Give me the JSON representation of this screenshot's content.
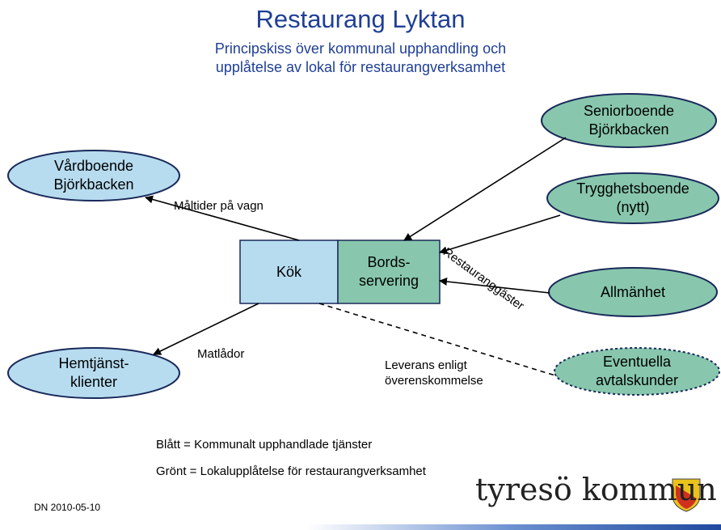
{
  "title": "Restaurang Lyktan",
  "subtitle": {
    "line1": "Principskiss över kommunal upphandling och",
    "line2": "upplåtelse av lokal för restaurangverksamhet"
  },
  "center": {
    "kok": "Kök",
    "bords_line1": "Bords-",
    "bords_line2": "servering"
  },
  "nodes": {
    "vardboende": {
      "line1": "Vårdboende",
      "line2": "Björkbacken"
    },
    "hemtjanst": {
      "line1": "Hemtjänst-",
      "line2": "klienter"
    },
    "seniorboende": {
      "line1": "Seniorboende",
      "line2": "Björkbacken"
    },
    "trygghetsboende": {
      "line1": "Trygghetsboende",
      "line2": "(nytt)"
    },
    "allmanhet": {
      "line1": "Allmänhet"
    },
    "eventuella": {
      "line1": "Eventuella",
      "line2": "avtalskunder"
    }
  },
  "edge_labels": {
    "maltider": "Måltider på vagn",
    "matlador": "Matlådor",
    "leverans_line1": "Leverans enligt",
    "leverans_line2": "överenskommelse",
    "restauranggaster": "Restauranggäster"
  },
  "legend": {
    "blue": "Blått = Kommunalt upphandlade tjänster",
    "green": "Grönt = Lokalupplåtelse för restaurangverksamhet"
  },
  "footer": {
    "date": "DN 2010-05-10",
    "logo": "tyresö kommun"
  },
  "colors": {
    "title": "#1f3f96",
    "blue_fill": "#b7dcf0",
    "green_fill": "#88c7ad",
    "stroke": "#1a2a5a"
  }
}
